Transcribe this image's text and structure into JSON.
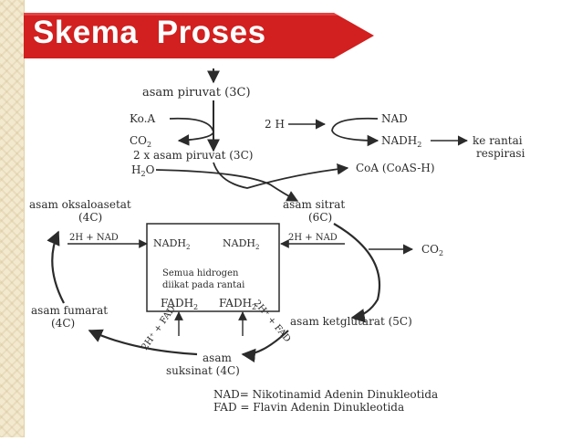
{
  "slide": {
    "title": "Skema  Proses",
    "banner_color": "#d21f1f",
    "accent_color": "#f3e9cf"
  },
  "diagram": {
    "piruvat": "asam piruvat (3C)",
    "koa": "Ko.A",
    "co2_a": "CO",
    "co2_a_sub": "2",
    "two_h": "2 H",
    "nad": "NAD",
    "nadh": "NADH",
    "nadh_sub": "2",
    "ke_rantai": "ke rantai",
    "respirasi": "respirasi",
    "two_x_piruvat": "2 x asam piruvat (3C)",
    "h2o_a": "H",
    "h2o_sub": "2",
    "h2o_b": "O",
    "coa_ash": "CoA (CoAS-H)",
    "oksaloasetat": "asam oksaloasetat",
    "oksaloasetat_c": "(4C)",
    "sitrat": "asam sitrat",
    "sitrat_c": "(6C)",
    "left_2h_nad": "2H + NAD",
    "right_2h_nad": "2H + NAD",
    "box_nadh_left": "NADH",
    "box_nadh_right": "NADH",
    "box_sub": "2",
    "box_text_1": "Semua hidrogen",
    "box_text_2": "diikat pada rantai",
    "fadh_left": "FADH",
    "fadh_right": "FADH",
    "co2_b": "CO",
    "co2_b_sub": "2",
    "fumarat": "asam fumarat",
    "fumarat_c": "(4C)",
    "ketglutarat": "asam  ketglutarat (5C)",
    "suksinat_1": "asam",
    "suksinat_2": "suksinat (4C)",
    "fad_left": "2H⁺ + FAD",
    "fad_right": "2H⁺ + FAD",
    "legend_nad": "NAD= Nikotinamid Adenin Dinukleotida",
    "legend_fad": "FAD = Flavin Adenin Dinukleotida"
  }
}
